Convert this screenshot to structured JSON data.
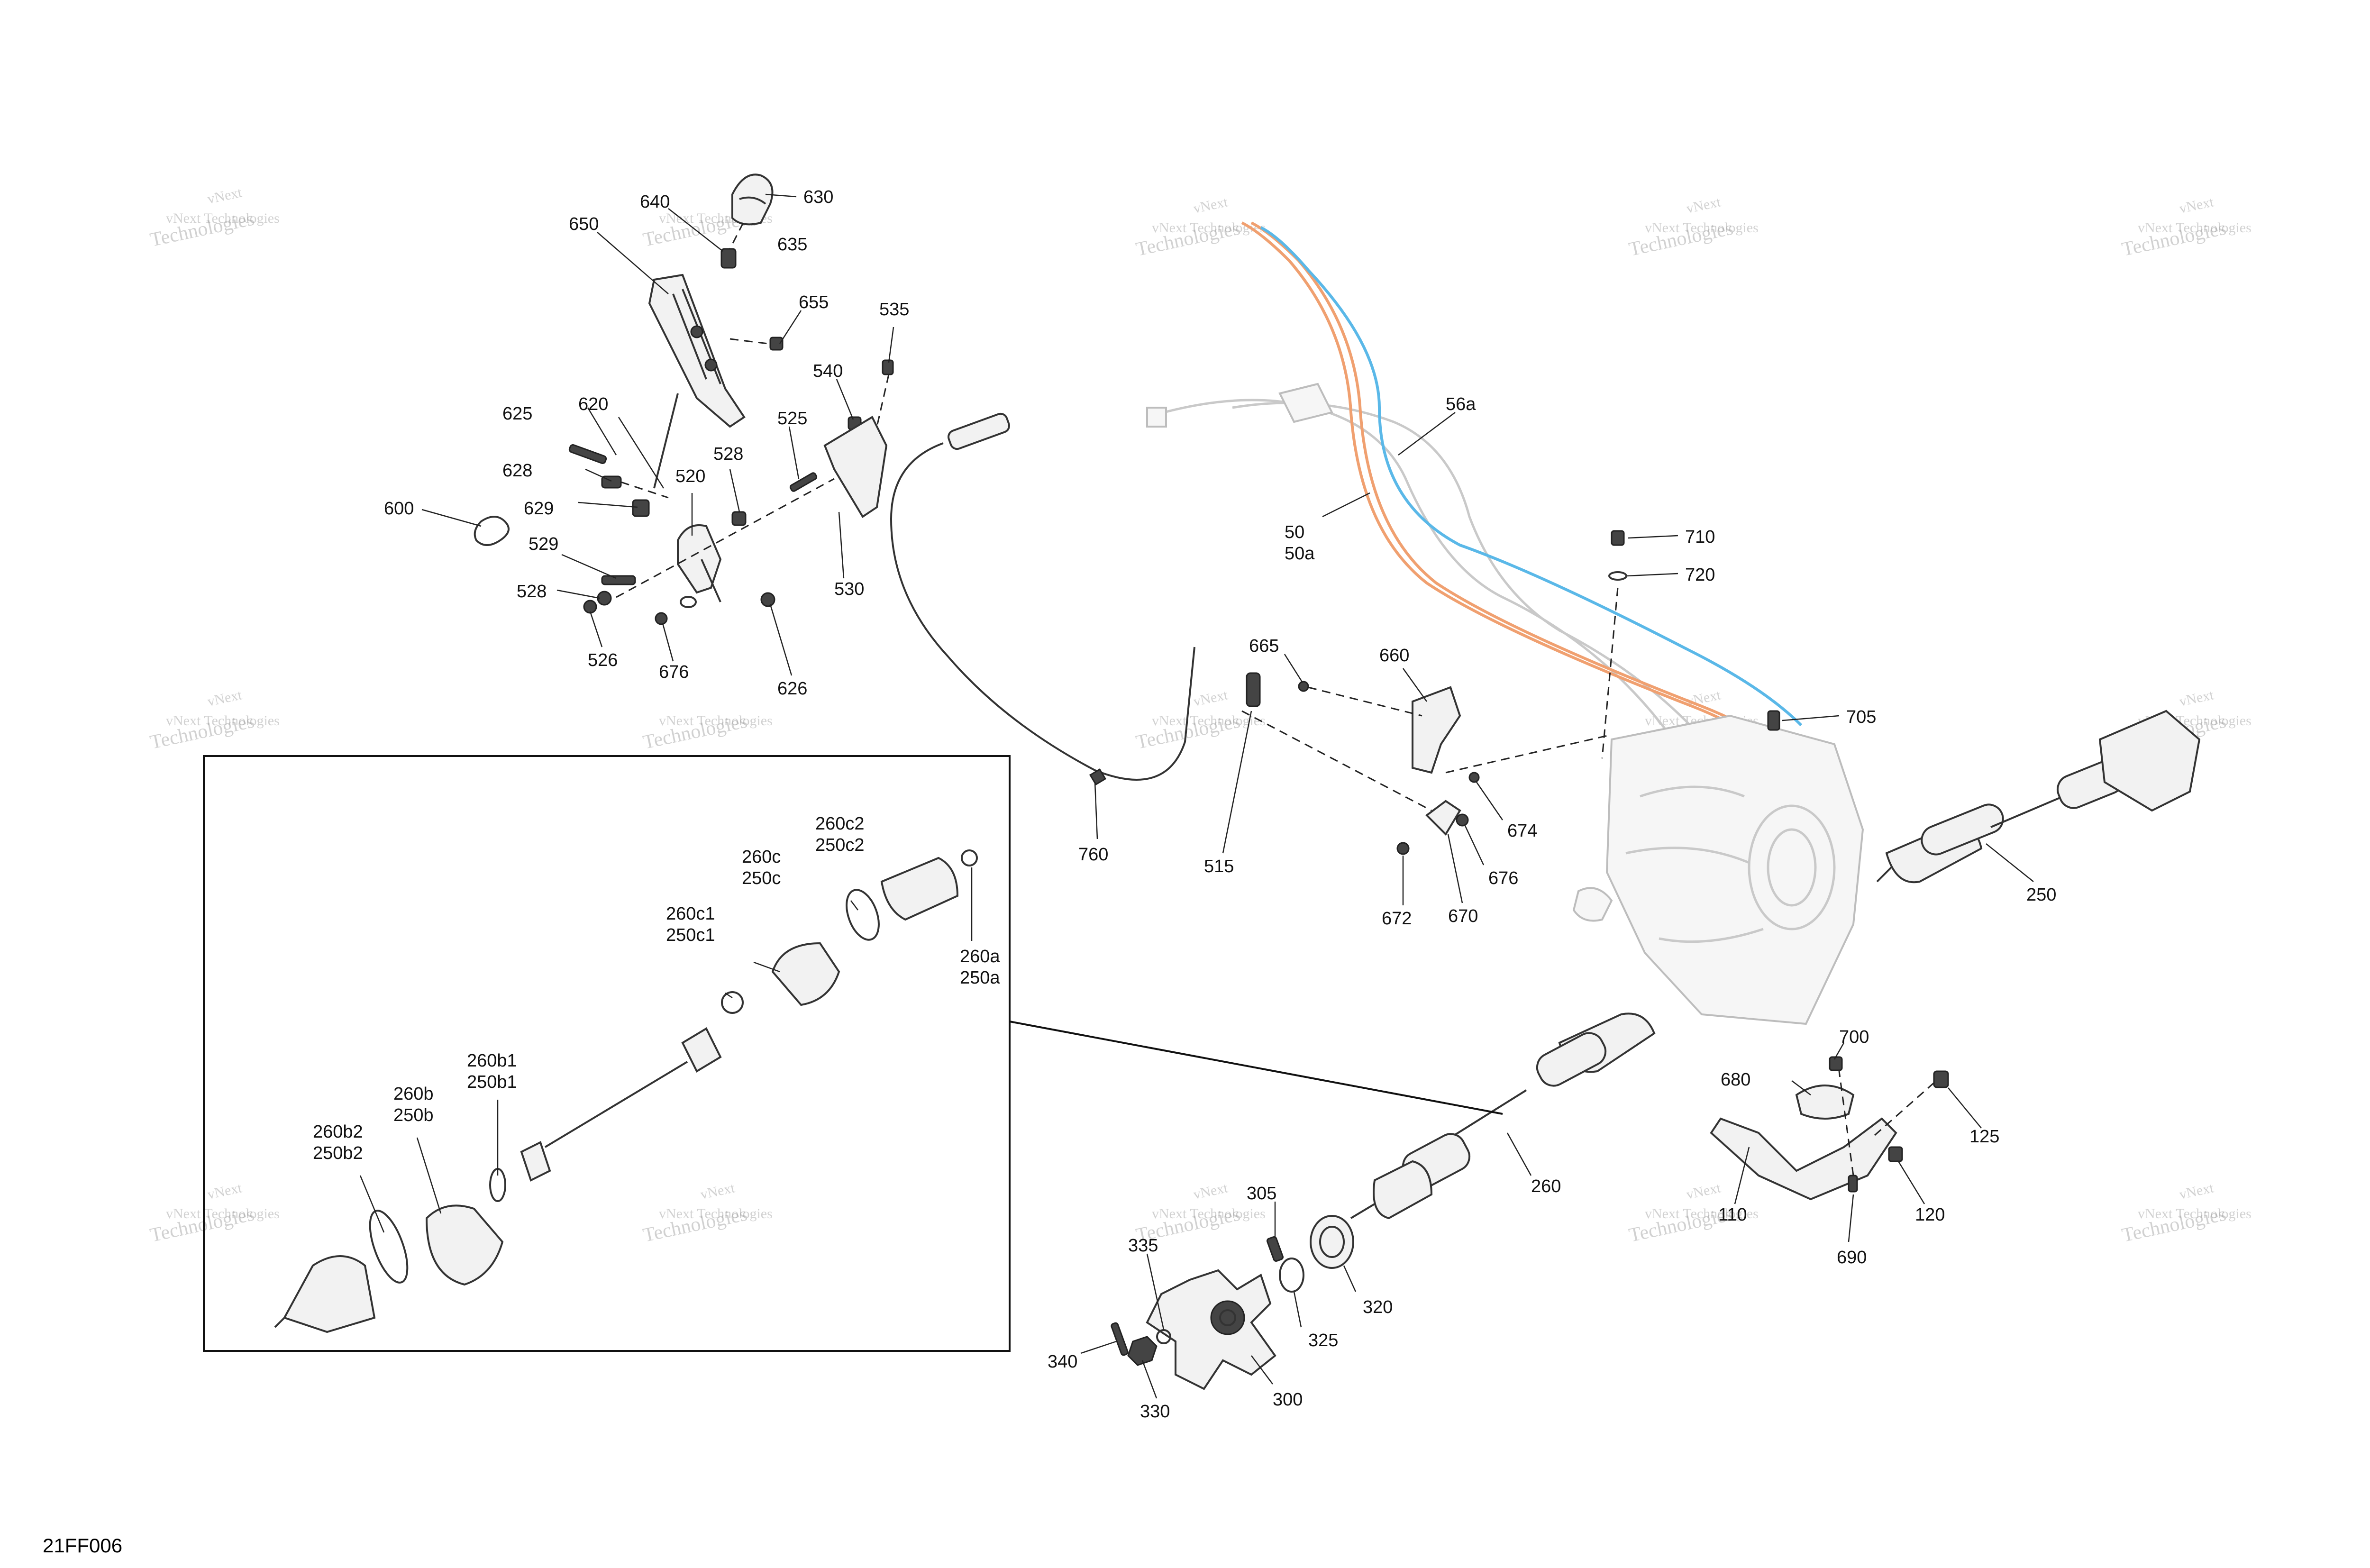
{
  "diagram_code": "21FF006",
  "watermark": {
    "line1": "vNext Technologies",
    "line2": "Technologies",
    "line3": "vNext"
  },
  "colors": {
    "harness_orange": "#f0a070",
    "harness_blue": "#5ab8e8",
    "line": "#222222"
  },
  "callouts": {
    "c630": "630",
    "c640": "640",
    "c635": "635",
    "c650": "650",
    "c655": "655",
    "c535": "535",
    "c540": "540",
    "c625": "625",
    "c620": "620",
    "c525": "525",
    "c628a": "628",
    "c528a": "528",
    "c629": "629",
    "c520": "520",
    "c600": "600",
    "c529": "529",
    "c528b": "528",
    "c530": "530",
    "c526": "526",
    "c676a": "676",
    "c626": "626",
    "c56a": "56a",
    "c50": "50",
    "c50a": "50a",
    "c710": "710",
    "c720": "720",
    "c665": "665",
    "c660": "660",
    "c705": "705",
    "c674": "674",
    "c676b": "676",
    "c670": "670",
    "c672": "672",
    "c760": "760",
    "c515": "515",
    "c250": "250",
    "c260c2": "260c2",
    "c250c2": "250c2",
    "c260c": "260c",
    "c250c": "250c",
    "c260c1": "260c1",
    "c250c1": "250c1",
    "c260a": "260a",
    "c250a": "250a",
    "c260b1": "260b1",
    "c250b1": "250b1",
    "c260b": "260b",
    "c250b": "250b",
    "c260b2": "260b2",
    "c250b2": "250b2",
    "c700": "700",
    "c680": "680",
    "c125": "125",
    "c260": "260",
    "c110": "110",
    "c120": "120",
    "c690": "690",
    "c305": "305",
    "c335": "335",
    "c320": "320",
    "c325": "325",
    "c340": "340",
    "c330": "330",
    "c300": "300"
  }
}
